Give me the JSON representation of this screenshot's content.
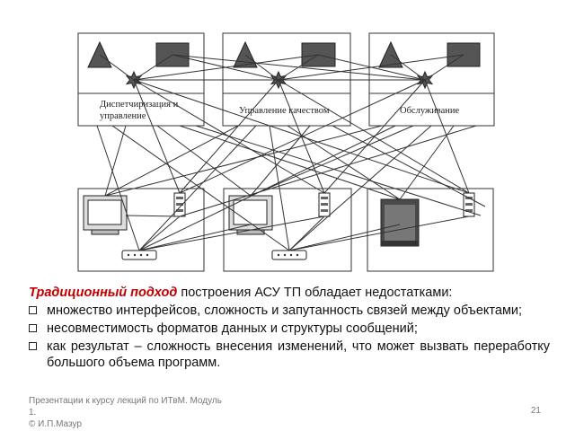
{
  "diagram": {
    "top_boxes": [
      {
        "label_lines": [
          "Диспетчиризация и",
          "управление"
        ]
      },
      {
        "label_lines": [
          "Управление качеством"
        ]
      },
      {
        "label_lines": [
          "Обслуживание"
        ]
      }
    ]
  },
  "text": {
    "lead_emphasis": "Традиционный подход",
    "lead_rest": " построения АСУ ТП обладает недостатками:",
    "bullets": [
      "множество интерфейсов, сложность и запутанность связей между объектами;",
      "несовместимость форматов данных и структуры сообщений;",
      "как результат – сложность внесения изменений, что может вызвать переработку большого объема программ."
    ]
  },
  "footer": {
    "line1": "Презентации к курсу лекций по ИТвМ. Модуль",
    "line2": "1.",
    "line3": "© И.П.Мазур",
    "page_number": "21"
  }
}
